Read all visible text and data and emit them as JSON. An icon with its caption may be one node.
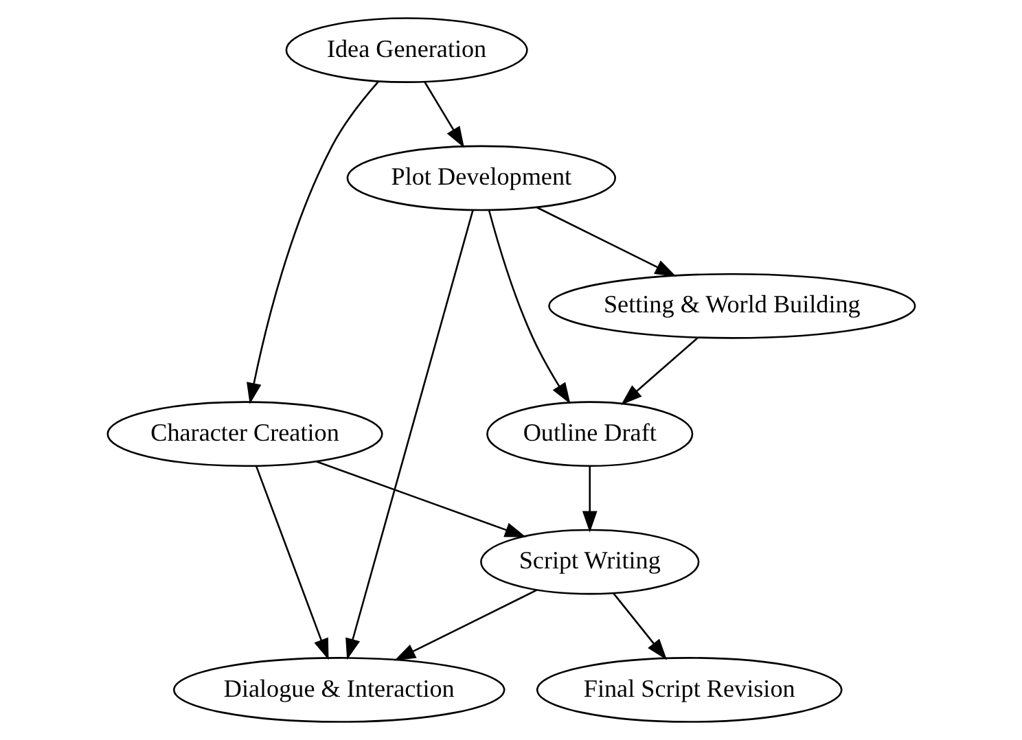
{
  "diagram": {
    "nodes": [
      {
        "text": [
          "Idea Generation"
        ]
      },
      {
        "text": [
          "Plot Development"
        ]
      },
      {
        "text": [
          "Character Creation"
        ]
      },
      {
        "text": [
          "Setting & World Building"
        ]
      },
      {
        "text": [
          "Outline Draft"
        ]
      },
      {
        "text": [
          "Script Writing"
        ]
      },
      {
        "text": [
          "Dialogue & Interaction"
        ]
      },
      {
        "text": [
          "Final Script Revision"
        ]
      }
    ],
    "edges": [
      {
        "from": 0,
        "to": 1,
        "arrow": "to"
      },
      {
        "from": 0,
        "to": 2,
        "arrow": "to"
      },
      {
        "from": 1,
        "to": 3,
        "arrow": "to"
      },
      {
        "from": 1,
        "to": 4,
        "arrow": "to"
      },
      {
        "from": 1,
        "to": 6,
        "arrow": "to"
      },
      {
        "from": 3,
        "to": 4,
        "arrow": "to"
      },
      {
        "from": 2,
        "to": 5,
        "arrow": "to"
      },
      {
        "from": 2,
        "to": 6,
        "arrow": "to"
      },
      {
        "from": 4,
        "to": 5,
        "arrow": "to"
      },
      {
        "from": 5,
        "to": 6,
        "arrow": "to"
      },
      {
        "from": 5,
        "to": 7,
        "arrow": "to"
      }
    ]
  }
}
